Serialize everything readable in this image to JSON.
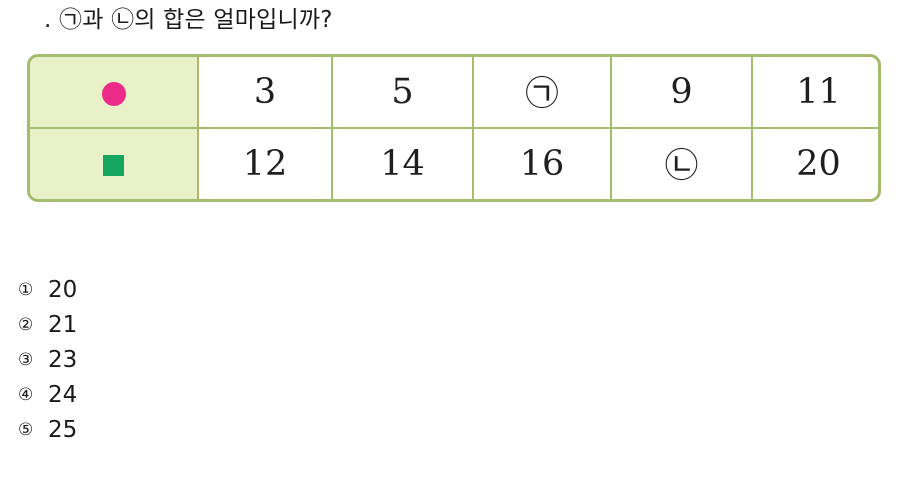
{
  "question": {
    "text": ". ㉠과 ㉡의 합은 얼마입니까?"
  },
  "table": {
    "rows": [
      {
        "symbol_icon": "pink-circle-icon",
        "symbol_color": "#ec2a8a",
        "cells": [
          "3",
          "5",
          "㉠",
          "9",
          "11"
        ]
      },
      {
        "symbol_icon": "green-square-icon",
        "symbol_color": "#14a660",
        "cells": [
          "12",
          "14",
          "16",
          "㉡",
          "20"
        ]
      }
    ]
  },
  "choices": [
    {
      "marker": "①",
      "value": "20"
    },
    {
      "marker": "②",
      "value": "21"
    },
    {
      "marker": "③",
      "value": "23"
    },
    {
      "marker": "④",
      "value": "24"
    },
    {
      "marker": "⑤",
      "value": "25"
    }
  ],
  "colors": {
    "table_border": "#a5bb6e",
    "header_fill": "#e9f1c8"
  }
}
